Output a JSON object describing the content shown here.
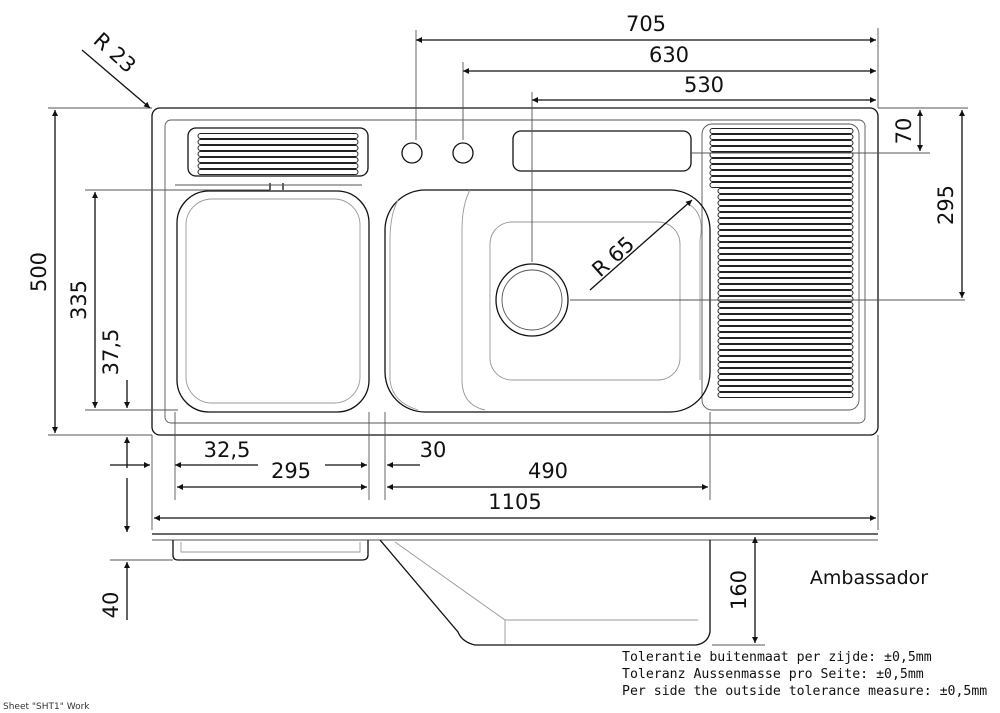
{
  "dimensions": {
    "overall_length": "1105",
    "overall_width": "500",
    "d705": "705",
    "d630": "630",
    "d530": "530",
    "d70": "70",
    "d295_right": "295",
    "d335": "335",
    "d37_5": "37,5",
    "d32_5": "32,5",
    "d295_bottom": "295",
    "d30": "30",
    "d490": "490",
    "d40": "40",
    "d160": "160",
    "r23": "R 23",
    "r65": "R 65"
  },
  "model_name": "Ambassador",
  "tolerances": [
    "Tolerantie buitenmaat per zijde: ±0,5mm",
    "Toleranz Aussenmasse pro Seite: ±0,5mm",
    "Per side the outside tolerance measure: ±0,5mm"
  ],
  "sheet_label": "Sheet \"SHT1\" Work"
}
